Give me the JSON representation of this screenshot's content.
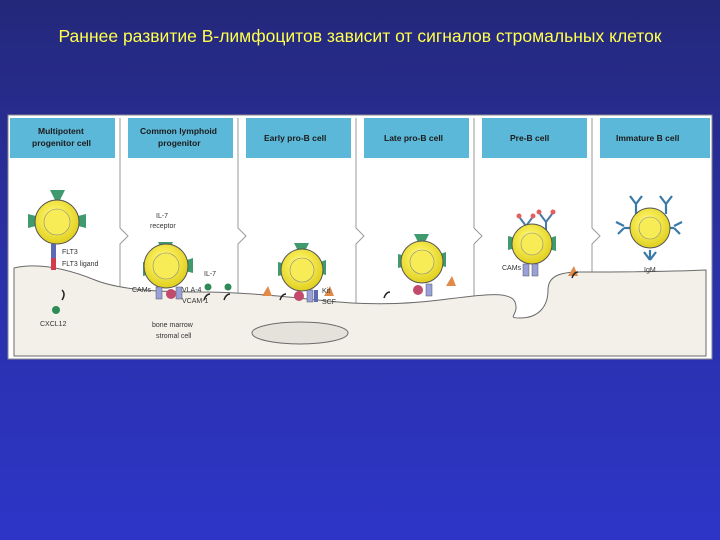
{
  "slide": {
    "title": "Раннее развитие В-лимфоцитов зависит от сигналов стромальных клеток"
  },
  "stages": [
    {
      "line1": "Multipotent",
      "line2": "progenitor cell"
    },
    {
      "line1": "Common lymphoid",
      "line2": "progenitor"
    },
    {
      "line1": "Early pro-B cell",
      "line2": ""
    },
    {
      "line1": "Late pro-B cell",
      "line2": ""
    },
    {
      "line1": "Pre-B cell",
      "line2": ""
    },
    {
      "line1": "Immature B cell",
      "line2": ""
    }
  ],
  "labels": {
    "flt3": "FLT3",
    "flt3_ligand": "FLT3 ligand",
    "cxcl12": "CXCL12",
    "il7_receptor_1": "IL-7",
    "il7_receptor_2": "receptor",
    "il7": "IL-7",
    "cams_1": "CAMs",
    "vla4": "VLA-4",
    "vcam1": "VCAM-1",
    "stromal_1": "bone marrow",
    "stromal_2": "stromal cell",
    "kit": "Kit",
    "scf": "SCF",
    "cams_2": "CAMs",
    "igm": "IgM"
  },
  "colors": {
    "background_top": "#24287a",
    "background_bottom": "#2d35c8",
    "title_text": "#ffff4d",
    "header_blue": "#5cb8d8",
    "cell_yellow": "#f5e63a",
    "cell_ring": "#555555",
    "receptor_green": "#3f9a6e",
    "ligand_red": "#d23c4a",
    "stroma_fill": "#f2f0e8"
  }
}
